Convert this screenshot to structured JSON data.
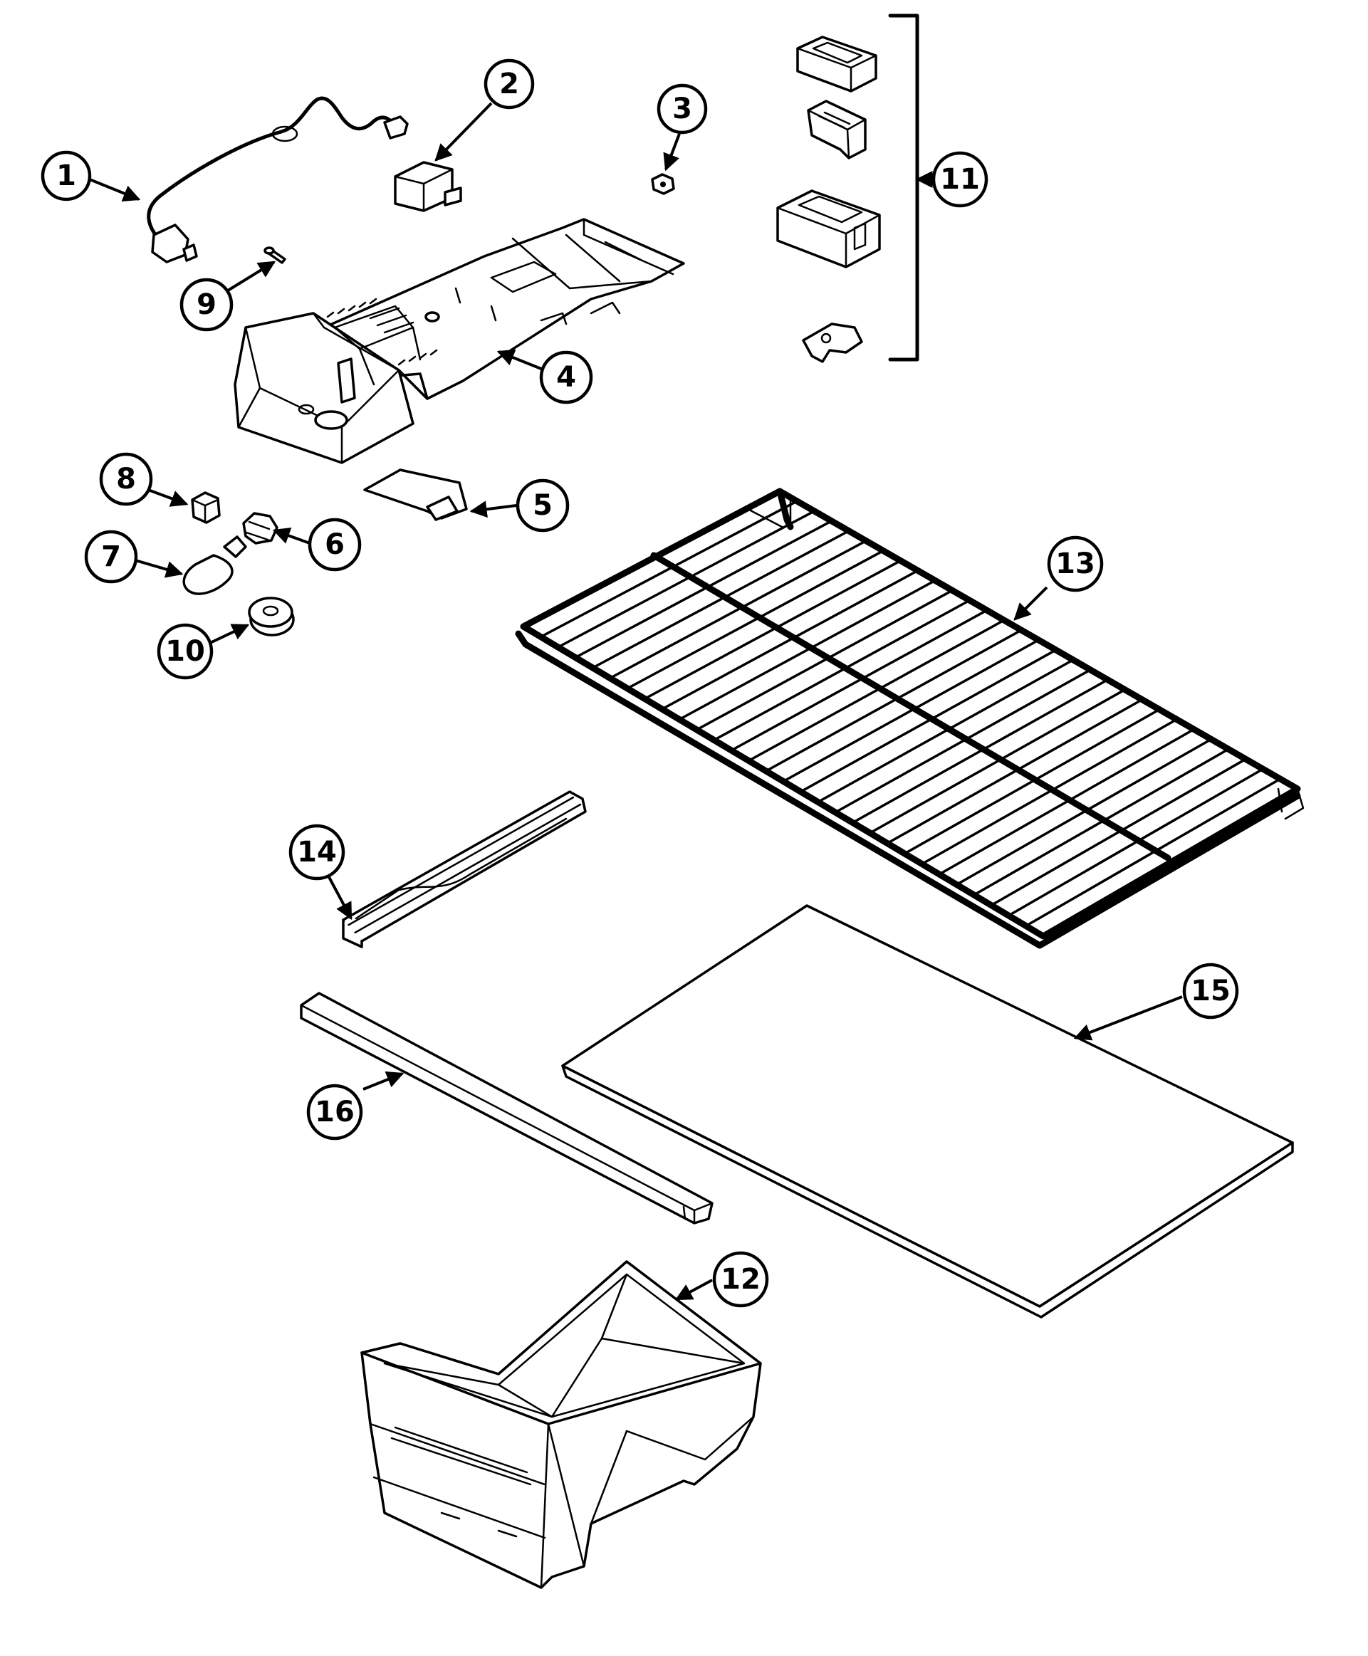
{
  "diagram": {
    "callouts": [
      {
        "id": "1",
        "label": "1"
      },
      {
        "id": "2",
        "label": "2"
      },
      {
        "id": "3",
        "label": "3"
      },
      {
        "id": "4",
        "label": "4"
      },
      {
        "id": "5",
        "label": "5"
      },
      {
        "id": "6",
        "label": "6"
      },
      {
        "id": "7",
        "label": "7"
      },
      {
        "id": "8",
        "label": "8"
      },
      {
        "id": "9",
        "label": "9"
      },
      {
        "id": "10",
        "label": "10"
      },
      {
        "id": "11",
        "label": "11"
      },
      {
        "id": "12",
        "label": "12"
      },
      {
        "id": "13",
        "label": "13"
      },
      {
        "id": "14",
        "label": "14"
      },
      {
        "id": "15",
        "label": "15"
      },
      {
        "id": "16",
        "label": "16"
      }
    ]
  },
  "colors": {
    "ink": "#000000",
    "paper": "#ffffff"
  }
}
